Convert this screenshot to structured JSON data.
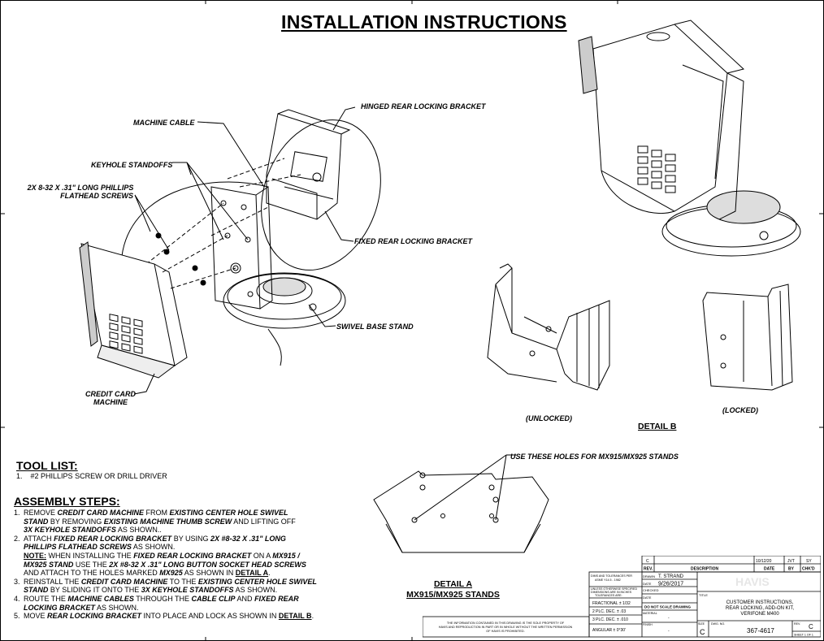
{
  "title": "INSTALLATION INSTRUCTIONS",
  "callouts": {
    "hinged_bracket": "HINGED REAR LOCKING BRACKET",
    "machine_cable": "MACHINE CABLE",
    "keyhole_standoffs": "KEYHOLE STANDOFFS",
    "screws_line1": "2X 8-32 X .31\" LONG PHILLIPS",
    "screws_line2": "FLATHEAD SCREWS",
    "fixed_bracket": "FIXED REAR LOCKING BRACKET",
    "swivel_base": "SWIVEL BASE STAND",
    "credit_card_line1": "CREDIT CARD",
    "credit_card_line2": "MACHINE",
    "use_holes": "USE THESE HOLES FOR MX915/MX925 STANDS"
  },
  "detail_b": {
    "unlocked": "(UNLOCKED)",
    "locked": "(LOCKED)",
    "label": "DETAIL B"
  },
  "detail_a": {
    "label_line1": "DETAIL A",
    "label_line2": "MX915/MX925 STANDS"
  },
  "tool_list": {
    "heading": "TOOL LIST:",
    "item_number": "1.",
    "item": "#2 PHILLIPS SCREW OR DRILL DRIVER"
  },
  "assembly": {
    "heading": "ASSEMBLY STEPS:",
    "s1": {
      "n": "1.",
      "a": "REMOVE ",
      "b": "CREDIT CARD MACHINE",
      "c": " FROM ",
      "d": "EXISTING CENTER HOLE SWIVEL",
      "e": "STAND",
      "f": " BY REMOVING ",
      "g": "EXISTING MACHINE THUMB SCREW",
      "h": " AND LIFTING OFF",
      "i": "3X KEYHOLE STANDOFFS",
      "j": " AS SHOWN.."
    },
    "s2": {
      "n": "2.",
      "a": "ATTACH ",
      "b": "FIXED REAR LOCKING BRACKET",
      "c": " BY USING ",
      "d": "2X #8-32 X .31\" LONG",
      "e": "PHILLIPS FLATHEAD SCREWS",
      "f": " AS SHOWN.",
      "note": "NOTE:",
      "g": " WHEN INSTALLING THE ",
      "h": "FIXED REAR LOCKING BRACKET",
      "i": " ON A ",
      "j": "MX915 /",
      "k": "MX925 STAND",
      "l": " USE THE ",
      "m": "2X #8-32 X .31\" LONG BUTTON SOCKET HEAD SCREWS",
      "o": "AND ATTACH  TO THE HOLES MARKED ",
      "p": "MX925",
      "q": " AS SHOWN IN ",
      "r": "DETAIL A",
      "s": "."
    },
    "s3": {
      "n": "3.",
      "a": "REINSTALL THE ",
      "b": "CREDIT CARD MACHINE",
      "c": " TO THE ",
      "d": "EXISTING CENTER HOLE SWIVEL",
      "e": "STAND",
      "f": " BY SLIDING IT ONTO THE ",
      "g": "3X KEYHOLE STANDOFFS",
      "h": " AS SHOWN."
    },
    "s4": {
      "n": "4.",
      "a": "ROUTE THE ",
      "b": "MACHINE CABLES",
      "c": " THROUGH THE ",
      "d": "CABLE CLIP",
      "e": " AND ",
      "f": "FIXED REAR",
      "g": "LOCKING BRACKET",
      "h": " AS SHOWN."
    },
    "s5": {
      "n": "5.",
      "a": "MOVE ",
      "b": "REAR LOCKING BRACKET",
      "c": " INTO PLACE AND LOCK AS SHOWN IN ",
      "d": "DETAIL B",
      "e": "."
    }
  },
  "title_block": {
    "rev_letter": "C",
    "rev_date": "10/12/20",
    "rev_by": "JVT",
    "rev_chkd": "SY",
    "col_rev": "REV.",
    "col_description": "DESCRIPTION",
    "col_date": "DATE",
    "col_by": "BY",
    "col_chkd": "CHK'D",
    "dims_note_1": "DIMS AND TOLERANCES PER",
    "dims_note_2": "ASME Y14.5 - 1982",
    "unless_1": "UNLESS OTHERWISE SPECIFIED",
    "unless_2": "DIMENSIONS ARE IN INCHES",
    "unless_3": "TOLERANCES ARE:",
    "fractional": "FRACTIONAL  ±  1/32",
    "two_plc": "2 PLC. DEC.   ±  .03",
    "three_plc": "3 PLC. DEC.   ±  .010",
    "angular": "ANGULAR   ±  0°30'",
    "drawn_label": "DRAWN",
    "drawn_value": "T. STRAND",
    "date_label": "DATE",
    "date_value": "9/26/2017",
    "checked_label": "CHECKED",
    "date2_label": "DATE",
    "no_scale": "DO NOT SCALE DRAWING",
    "material_label": "MATERIAL",
    "finish_label": "FINISH",
    "dash1": "-",
    "dash2": "-",
    "logo": "HAVIS",
    "title_label": "TITLE",
    "title_line1": "CUSTOMER INSTRUCTIONS,",
    "title_line2": "REAR LOCKING, ADD-ON KIT,",
    "title_line3": "VERIFONE M400",
    "size_label": "SIZE",
    "size_value": "C",
    "dwg_label": "DWG. NO.",
    "dwg_value": "367-4617",
    "rev_label": "REV.",
    "rev_value": "C",
    "sheet": "SHEET 1 OF 1",
    "prop_1": "THE INFORMATION CONTAINED IN THIS DRAWING IS THE SOLE PROPERTY OF",
    "prop_2": "HAVIS AND REPRODUCTION IN PART OR IN WHOLE WITHOUT THE WRITTEN PERMISSION",
    "prop_3": "OF HAVIS IS PROHIBITED."
  }
}
